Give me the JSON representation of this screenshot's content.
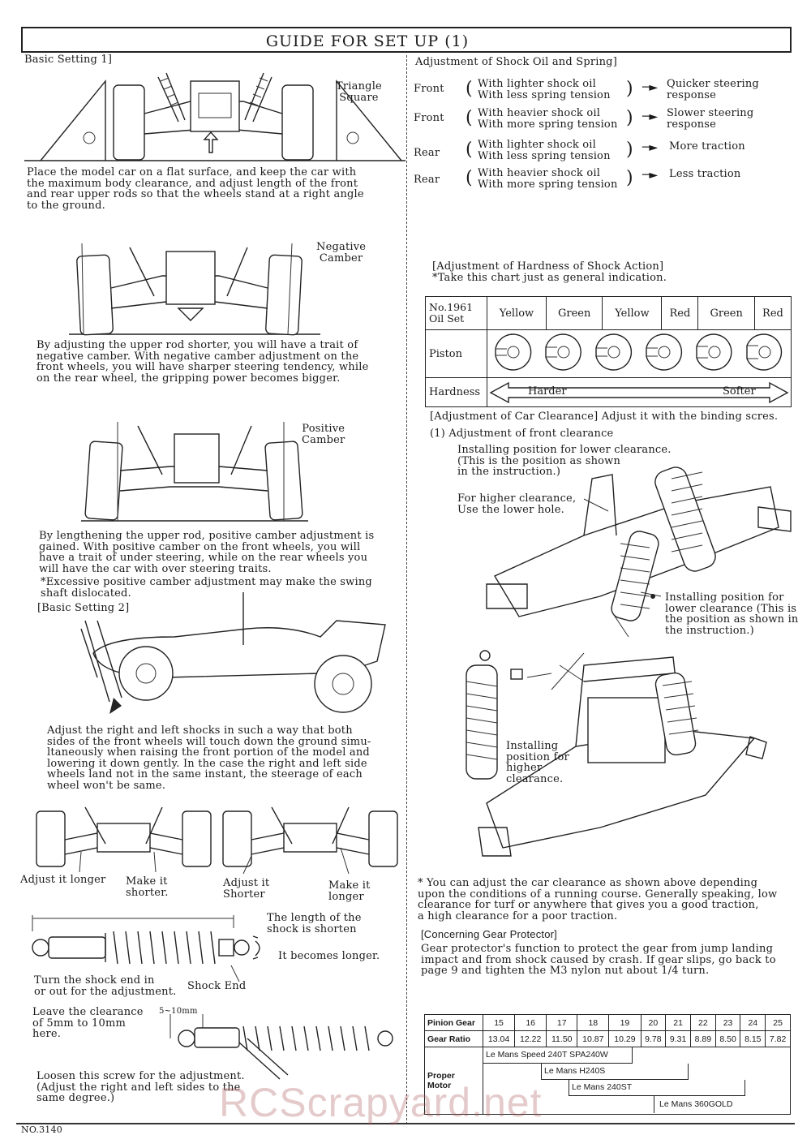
{
  "header": {
    "title": "GUIDE FOR SET UP  (1)"
  },
  "left": {
    "basic1_title": "Basic Setting 1]",
    "triangle_label": "Triangle\nSquare",
    "basic1_text": "Place the model car on a flat surface, and keep the car with\nthe maximum body clearance, and adjust length of the front\nand rear upper rods so that the wheels stand at a right angle\nto the ground.",
    "neg_camber_label": "Negative\nCamber",
    "neg_camber_text": "By adjusting the upper rod shorter, you will have a trait of\nnegative camber. With negative camber adjustment on the\nfront wheels, you will have sharper steering tendency, while\non the rear wheel, the gripping power becomes bigger.",
    "pos_camber_label": "Positive\nCamber",
    "pos_camber_text": "By lengthening the upper rod, positive camber adjustment is\ngained. With positive camber on the front wheels, you will\nhave a trait of under steering, while on the rear wheels you\nwill have the car with over steering traits.",
    "pos_camber_note": "*Excessive positive camber adjustment may make the swing\n shaft dislocated.",
    "basic2_title": "[Basic Setting 2]",
    "basic2_text": "Adjust the right and left shocks in such a way that both\nsides of the front wheels will touch down the ground simu-\nltaneously when raising the front portion of the model and\nlowering it down gently. In the case the right and left side\nwheels land not in the same instant, the steerage of each\nwheel won't be same.",
    "adjust_longer": "Adjust it longer",
    "make_shorter": "Make it\nshorter.",
    "adjust_shorter": "Adjust it\nShorter",
    "make_longer": "Make it\nlonger",
    "shock_length_text": "The length of the\nshock is shorten",
    "becomes_longer": "It becomes longer.",
    "turn_shock_text": "Turn the shock end in\nor out for the adjustment.",
    "shock_end": "Shock End",
    "clearance_text": "Leave the clearance\nof 5mm to 10mm\nhere.",
    "clearance_dim": "5~10mm",
    "loosen_text": "Loosen this screw for the adjustment.\n(Adjust the right and left sides to the\nsame degree.)",
    "page_number": "NO.3140"
  },
  "right": {
    "oil_title": "Adjustment of Shock Oil and Spring]",
    "oil_rows": [
      {
        "axle": "Front",
        "cond": "With lighter shock oil\nWith less spring tension",
        "result": "Quicker steering\nresponse"
      },
      {
        "axle": "Front",
        "cond": "With heavier shock oil\nWith more spring tension",
        "result": "Slower steering\nresponse"
      },
      {
        "axle": "Rear",
        "cond": "With lighter shock oil\nWith less spring tension",
        "result": "More traction"
      },
      {
        "axle": "Rear",
        "cond": "With heavier shock oil\nWith more spring tension",
        "result": "Less traction"
      }
    ],
    "hardness_title": "[Adjustment of Hardness of Shock Action]",
    "hardness_note": "*Take this chart just as general indication.",
    "hardness_table": {
      "header_label": "No.1961\nOil Set",
      "oils": [
        "Yellow",
        "Green",
        "Yellow",
        "Red",
        "Green",
        "Red"
      ],
      "piston_label": "Piston",
      "hardness_label": "Hardness",
      "harder": "Harder",
      "softer": "Softer"
    },
    "clearance_title": "[Adjustment of Car Clearance] Adjust it with the binding scres.",
    "front_clearance": "(1)  Adjustment of front clearance",
    "install_lower": "Installing position for lower clearance.\n(This is the position as shown\nin the instruction.)",
    "higher_clearance": "For higher clearance,\nUse the lower hole.",
    "install_lower2": "Installing position for\nlower clearance (This is\nthe position as shown in\nthe instruction.)",
    "install_higher": "Installing\nposition for\nhigher\nclearance.",
    "clearance_note": "* You can adjust the car clearance as shown above depending\n upon the conditions of a running course. Generally speaking, low\n clearance for turf or anywhere that gives you a good traction,\n a high clearance for a poor traction.",
    "gear_title": "[Concerning Gear Protector]",
    "gear_text": "Gear protector's function to protect the gear from jump landing\nimpact and from shock caused by crash. If gear slips, go back to\npage 9 and tighten the M3 nylon nut about 1/4 turn.",
    "gear_table": {
      "pinion_label": "Pinion Gear",
      "ratio_label": "Gear Ratio",
      "motor_label": "Proper\nMotor",
      "pinions": [
        "15",
        "16",
        "17",
        "18",
        "19",
        "20",
        "21",
        "22",
        "23",
        "24",
        "25"
      ],
      "ratios": [
        "13.04",
        "12.22",
        "11.50",
        "10.87",
        "10.29",
        "9.78",
        "9.31",
        "8.89",
        "8.50",
        "8.15",
        "7.82"
      ],
      "motors": [
        "Le Mans Speed 240T SPA240W",
        "Le Mans H240S",
        "Le Mans 240ST",
        "Le Mans 360GOLD"
      ]
    }
  },
  "watermark": "RCScrapyard.net"
}
